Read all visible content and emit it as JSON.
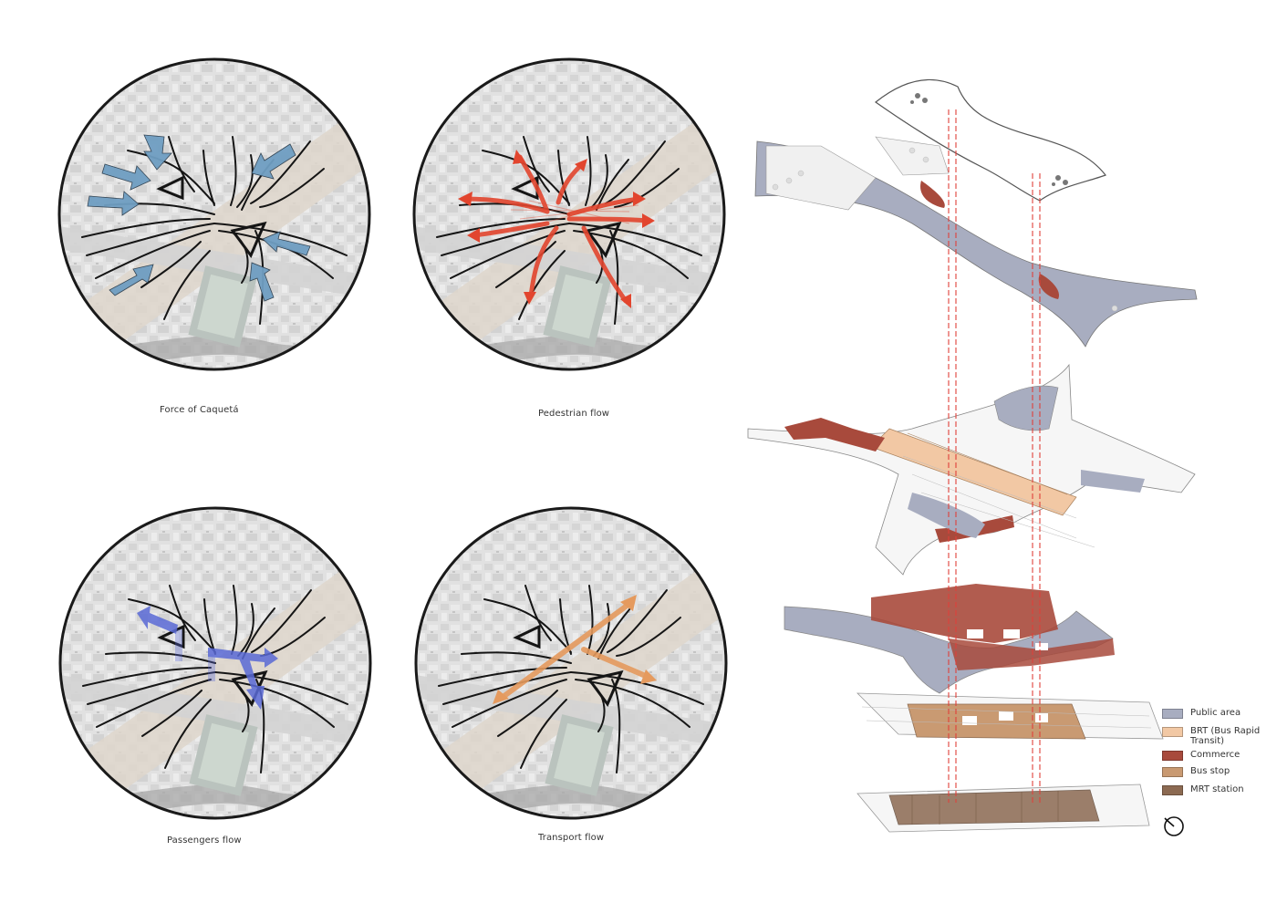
{
  "panels": [
    {
      "id": "force",
      "caption": "Force of Caquetá"
    },
    {
      "id": "pedestrian",
      "caption": "Pedestrian flow"
    },
    {
      "id": "passengers",
      "caption": "Passengers flow"
    },
    {
      "id": "transport",
      "caption": "Transport flow"
    }
  ],
  "legend": [
    {
      "label": "Public area",
      "color": "#a8adc0"
    },
    {
      "label": "BRT (Bus Rapid Transit)",
      "color": "#f2c8a4"
    },
    {
      "label": "Commerce",
      "color": "#a84a3c"
    },
    {
      "label": "Bus stop",
      "color": "#c99a72"
    },
    {
      "label": "MRT station",
      "color": "#8c6a52"
    }
  ],
  "colors": {
    "force_arrows": "#6f9ec2",
    "pedestrian_arrows": "#e2452e",
    "passenger_arrows": "#5a6ad6",
    "transport_arrows": "#e59a5e",
    "public_area": "#a8adc0",
    "commerce": "#a84a3c",
    "alignment_lines": "#e0403a"
  },
  "icons": [
    "north-compass-icon"
  ]
}
